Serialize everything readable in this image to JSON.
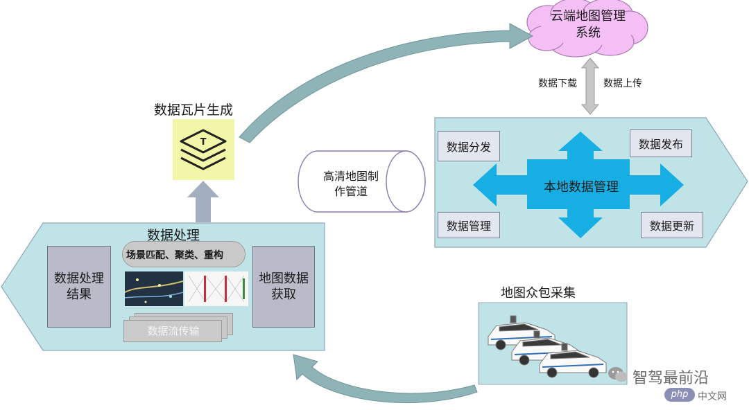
{
  "cloud": {
    "line1": "云端地图管理",
    "line2": "系统"
  },
  "sync": {
    "download": "数据下载",
    "upload": "数据上传"
  },
  "local": {
    "center": "本地数据管理",
    "distribute": "数据分发",
    "publish": "数据发布",
    "manage": "数据管理",
    "update": "数据更新"
  },
  "pipeline": {
    "line1": "高清地图制",
    "line2": "作管道"
  },
  "tile": {
    "title": "数据瓦片生成",
    "icon_letter": "T"
  },
  "processing": {
    "title": "数据处理",
    "result_line1": "数据处理",
    "result_line2": "结果",
    "acquire_line1": "地图数据",
    "acquire_line2": "获取",
    "steps": "场景匹配、聚类、重构",
    "stream": "数据流传输"
  },
  "crowd": {
    "title": "地图众包采集"
  },
  "watermark": {
    "brand": "智驾最前沿",
    "php": "php",
    "cn": "中文网"
  },
  "colors": {
    "panel": "#bfe3e6",
    "arrow_blue": "#17aee3",
    "cloud": "#f3bff5",
    "tile_bg": "#f1f6a8",
    "gray_arrow": "#a9a9a9",
    "flow_arrow": "#8fb4b8"
  }
}
